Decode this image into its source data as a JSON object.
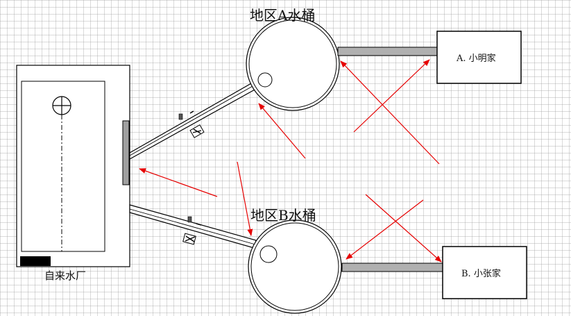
{
  "labels": {
    "tank_a": "地区A水桶",
    "tank_b": "地区B水桶",
    "house_a": "A. 小明家",
    "house_b": "B. 小张家",
    "plant": "自来水厂"
  },
  "colors": {
    "arrow": "#e60000",
    "outline": "#000000",
    "pipe_fill": "#b0b0b0"
  }
}
